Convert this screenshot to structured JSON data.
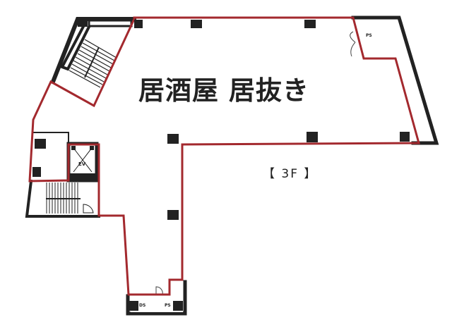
{
  "plan": {
    "title": "居酒屋 居抜き",
    "floor": "【 3F 】",
    "rooms": {
      "ps_top": "PS",
      "elevator": "EV",
      "ds": "DS",
      "ps_bottom": "PS"
    }
  },
  "colors": {
    "tenant_outline": "#a3292e",
    "wall": "#222222",
    "column": "#222222",
    "background": "#ffffff",
    "text": "#222222"
  }
}
